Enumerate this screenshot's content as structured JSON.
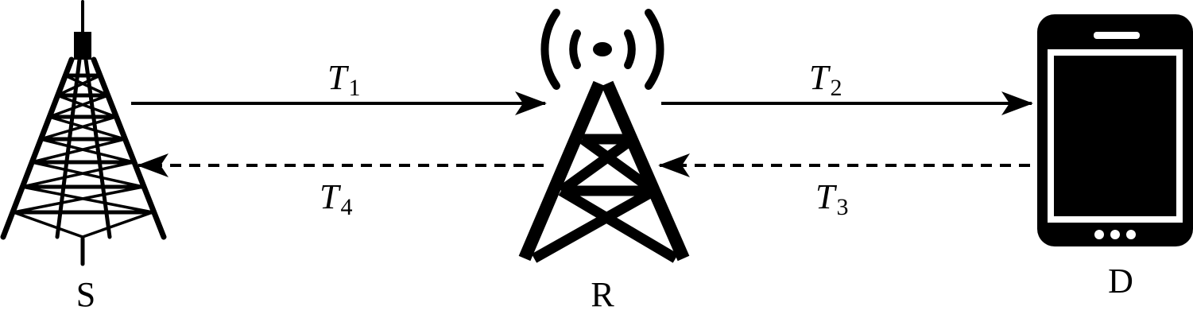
{
  "nodes": {
    "source": {
      "label": "S"
    },
    "relay": {
      "label": "R"
    },
    "destination": {
      "label": "D"
    }
  },
  "links": [
    {
      "id": "t1",
      "letter": "T",
      "sub": "1",
      "style": "solid",
      "direction": "S-to-R"
    },
    {
      "id": "t2",
      "letter": "T",
      "sub": "2",
      "style": "solid",
      "direction": "R-to-D"
    },
    {
      "id": "t3",
      "letter": "T",
      "sub": "3",
      "style": "dashed",
      "direction": "D-to-R"
    },
    {
      "id": "t4",
      "letter": "T",
      "sub": "4",
      "style": "dashed",
      "direction": "R-to-S"
    }
  ],
  "colors": {
    "stroke": "#000000",
    "background": "#ffffff"
  }
}
